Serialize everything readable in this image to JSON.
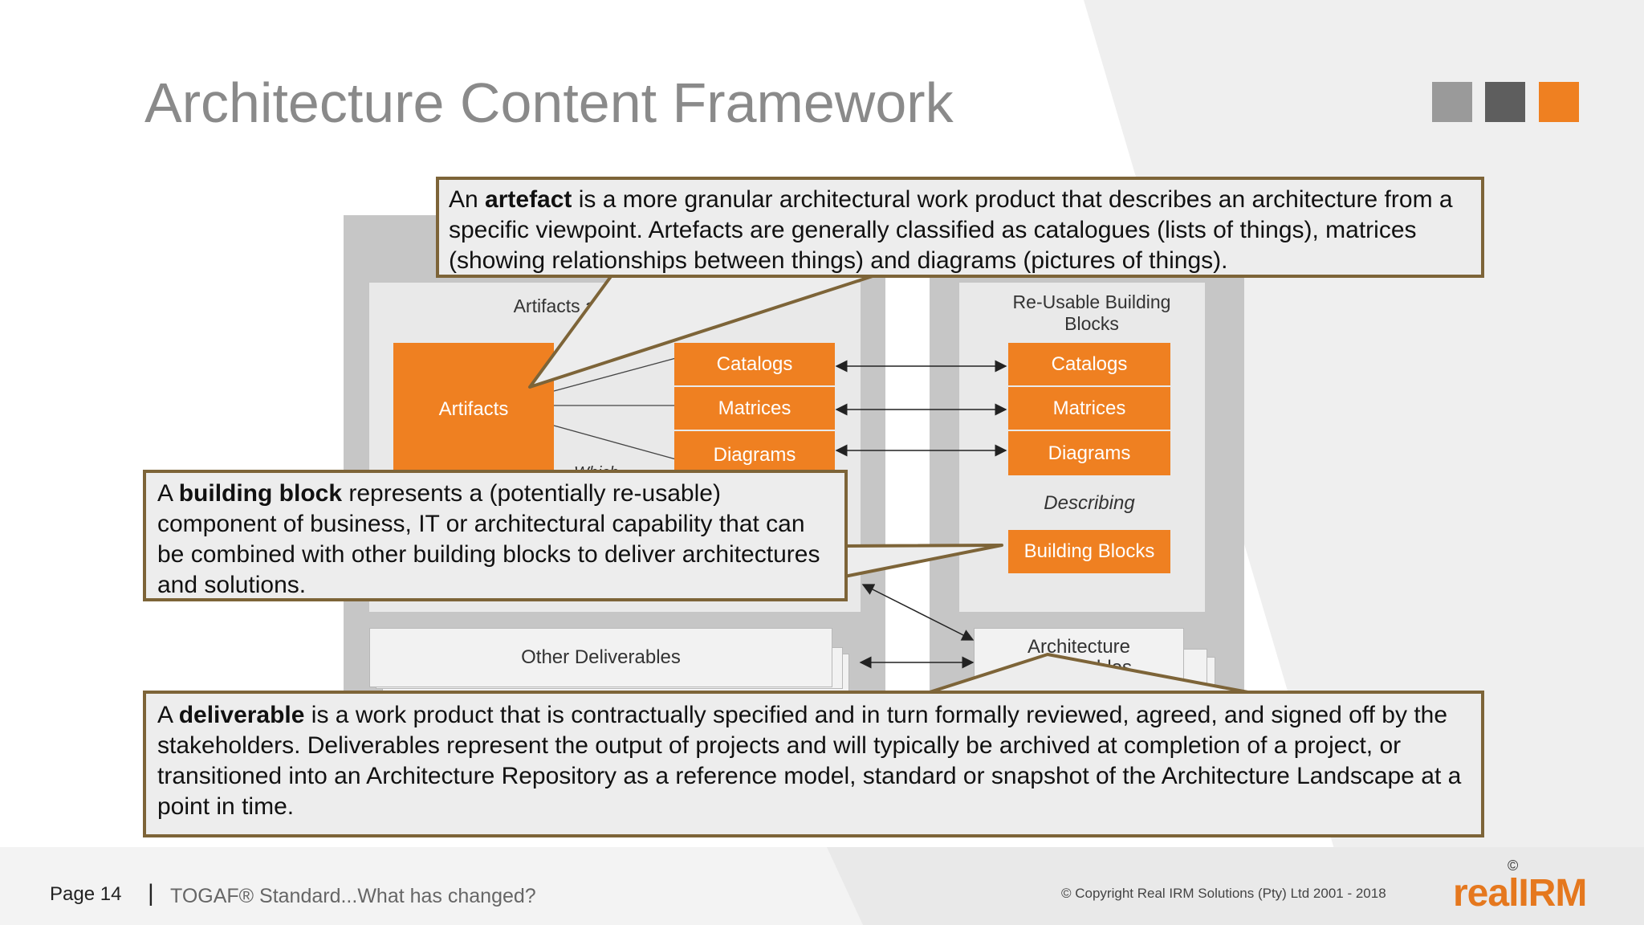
{
  "slide": {
    "title": "Architecture Content Framework",
    "accent_colors": {
      "orange": "#ef8021",
      "grey_light": "#9a9a9a",
      "grey_dark": "#5e5e5e",
      "callout_border": "#7d6438"
    }
  },
  "diagram": {
    "left_panel": {
      "title": "Artifacts and Deliverables",
      "artifacts_label": "Artifacts",
      "categories": [
        "Catalogs",
        "Matrices",
        "Diagrams"
      ],
      "connector_text": "Which"
    },
    "right_panel": {
      "title": "Re-Usable Building Blocks",
      "categories": [
        "Catalogs",
        "Matrices",
        "Diagrams"
      ],
      "describing": "Describing",
      "building_blocks": "Building Blocks"
    },
    "other_deliverables": "Other Deliverables",
    "architecture_deliverables": "Architecture Deliverables"
  },
  "callouts": {
    "artefact": {
      "bold": "artefact",
      "before": "An ",
      "after": " is a more granular architectural work product that describes an architecture from a specific viewpoint. Artefacts are generally classified as catalogues (lists of things), matrices (showing relationships between things) and diagrams (pictures of things)."
    },
    "building_block": {
      "bold": "building block",
      "before": "A ",
      "after": " represents a (potentially re-usable) component of business, IT or architectural capability that can be combined with other building blocks to deliver architectures and solutions."
    },
    "deliverable": {
      "bold": "deliverable",
      "before": "A ",
      "after": " is a work product that is contractually specified and in turn formally reviewed, agreed, and signed off by the stakeholders. Deliverables represent the output of projects and will typically be archived at completion of a project, or transitioned into an Architecture Repository as a reference model, standard or snapshot of the Architecture Landscape at a point in time."
    }
  },
  "footer": {
    "page": "Page 14",
    "separator": "|",
    "subtitle": "TOGAF® Standard...What has changed?",
    "copyright": "© Copyright Real IRM Solutions (Pty) Ltd 2001 - 2018",
    "logo_text": "realIRM",
    "logo_mark": "©"
  }
}
